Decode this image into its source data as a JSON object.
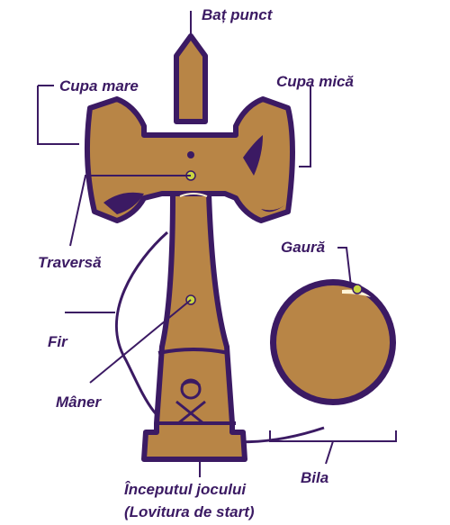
{
  "labels": {
    "bat_punct": "Baț punct",
    "cupa_mare": "Cupa mare",
    "cupa_mica": "Cupa mică",
    "traversa": "Traversă",
    "gaura": "Gaură",
    "fir": "Fir",
    "maner": "Mâner",
    "bila": "Bila",
    "inceputul_line1": "Începutul jocului",
    "inceputul_line2": "(Lovitura de start)"
  },
  "colors": {
    "wood": "#b88546",
    "wood_shadow": "#8f6330",
    "outline": "#3b1a63",
    "marker": "#c9d640",
    "line": "#3b1a63"
  }
}
